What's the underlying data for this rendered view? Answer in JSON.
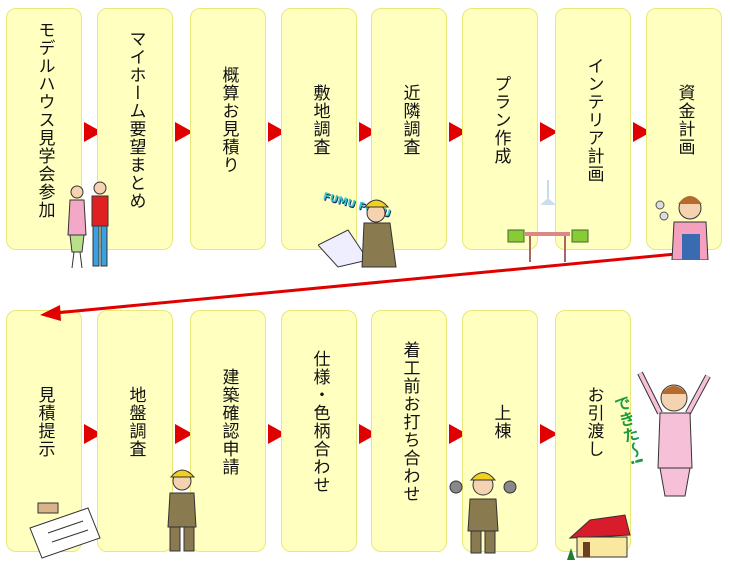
{
  "row1": [
    "モデルハウス見学会参加",
    "マイホーム要望まとめ",
    "概算お見積り",
    "敷地調査",
    "近隣調査",
    "プラン作成",
    "インテリア計画",
    "資金計画"
  ],
  "row2": [
    "見積提示",
    "地盤調査",
    "建築確認申請",
    "仕様・色柄合わせ",
    "着工前お打ち合わせ",
    "上棟",
    "お引渡し"
  ],
  "illustration_text": {
    "fumu": "FUMU FUMU",
    "dekita": "できた〜!"
  },
  "colors": {
    "box_fill": "#ffffc0",
    "arrow": "#e00000"
  }
}
